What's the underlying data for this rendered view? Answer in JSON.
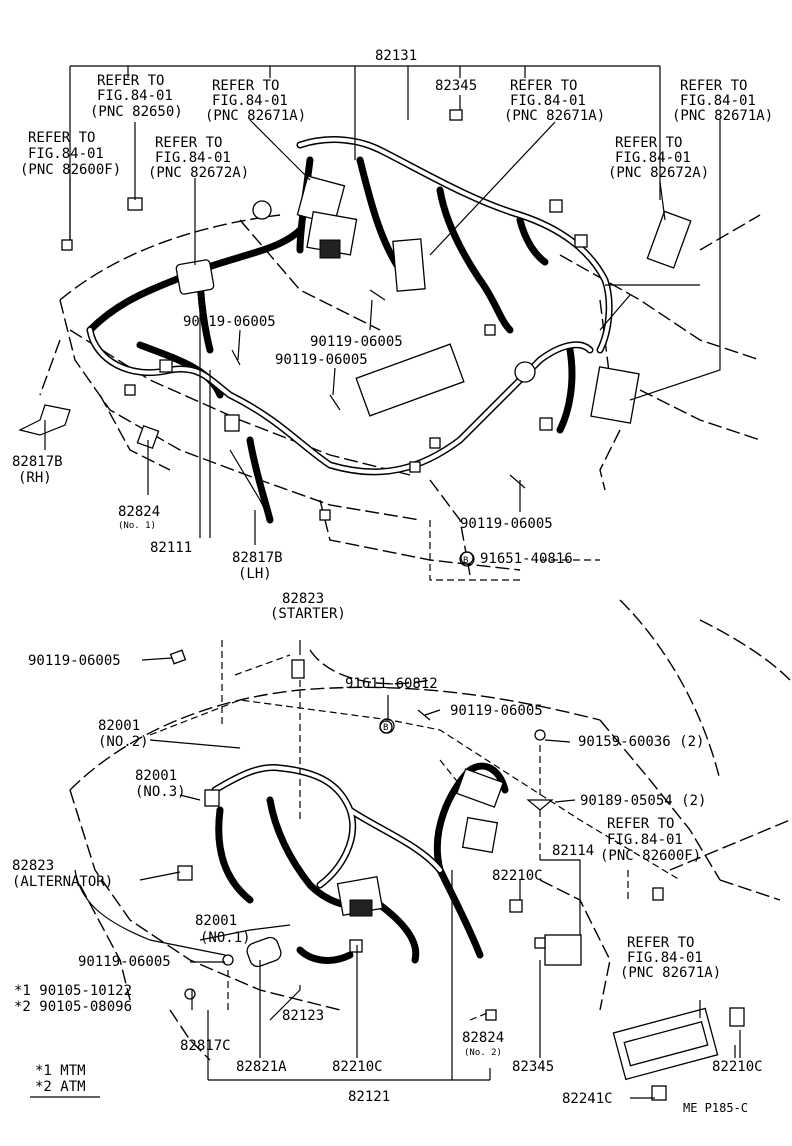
{
  "labels": {
    "p82131": "82131",
    "p82345_top": "82345",
    "ref_82650_a": "REFER TO",
    "ref_82650_b": "FIG.84-01",
    "ref_82650_c": "(PNC 82650)",
    "ref_82671a_1a": "REFER TO",
    "ref_82671a_1b": "FIG.84-01",
    "ref_82671a_1c": "(PNC 82671A)",
    "ref_82671a_2a": "REFER TO",
    "ref_82671a_2b": "FIG.84-01",
    "ref_82671a_2c": "(PNC 82671A)",
    "ref_82671a_3a": "REFER TO",
    "ref_82671a_3b": "FIG.84-01",
    "ref_82671a_3c": "(PNC 82671A)",
    "ref_82600f_a": "REFER TO",
    "ref_82600f_b": "FIG.84-01",
    "ref_82600f_c": "(PNC 82600F)",
    "ref_82672a_1a": "REFER TO",
    "ref_82672a_1b": "FIG.84-01",
    "ref_82672a_1c": "(PNC 82672A)",
    "ref_82672a_2a": "REFER TO",
    "ref_82672a_2b": "FIG.84-01",
    "ref_82672a_2c": "(PNC 82672A)",
    "b90119_a": "90119-06005",
    "b90119_b": "90119-06005",
    "b90119_c": "90119-06005",
    "b90119_d": "90119-06005",
    "p82817b_rh_a": "82817B",
    "p82817b_rh_b": "(RH)",
    "p82824_no1_a": "82824",
    "p82824_no1_b": "(No. 1)",
    "p82111": "82111",
    "p82817b_lh_a": "82817B",
    "p82817b_lh_b": "(LH)",
    "b91651_mark": "B",
    "b91651": "91651-40816",
    "p82823_st_a": "82823",
    "p82823_st_b": "(STARTER)",
    "b90119_e": "90119-06005",
    "b91611": "91611-60812",
    "b90119_f": "90119-06005",
    "b91611_mark": "B",
    "p82001_no2_a": "82001",
    "p82001_no2_b": "(NO.2)",
    "b90159": "90159-60036 (2)",
    "p82001_no3_a": "82001",
    "p82001_no3_b": "(NO.3)",
    "b90189": "90189-05054 (2)",
    "ref_82600f_2a": "REFER TO",
    "ref_82600f_2b": "FIG.84-01",
    "ref_82600f_2c": "(PNC 82600F)",
    "p82114": "82114",
    "p82823_alt_a": "82823",
    "p82823_alt_b": "(ALTERNATOR)",
    "p82210c_a": "82210C",
    "p82001_no1_a": "82001",
    "p82001_no1_b": "(NO.1)",
    "ref_82671a_4a": "REFER TO",
    "ref_82671a_4b": "FIG.84-01",
    "ref_82671a_4c": "(PNC 82671A)",
    "b90119_g": "90119-06005",
    "b90105_1": "*1 90105-10122",
    "b90105_2": "*2 90105-08096",
    "p82123": "82123",
    "p82817c": "82817C",
    "p82824_no2_a": "82824",
    "p82824_no2_b": "(No. 2)",
    "p82821a": "82821A",
    "p82210c_b": "82210C",
    "p82345_bot": "82345",
    "p82210c_c": "82210C",
    "legend_1": "*1 MTM",
    "legend_2": "*2 ATM",
    "p82121": "82121",
    "p82241c": "82241C",
    "drawing_code": "ME P185-C"
  }
}
